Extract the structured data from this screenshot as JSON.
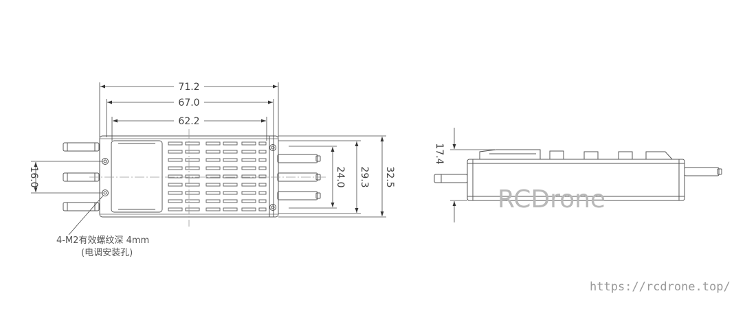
{
  "top_view": {
    "dim_width_overall": "71.2",
    "dim_width_mid": "67.0",
    "dim_width_inner": "62.2",
    "dim_height_holes": "16.0",
    "dim_height_inner": "24.0",
    "dim_height_mid": "29.3",
    "dim_height_overall": "32.5",
    "hole_note_line1": "4-M2有效螺纹深 4mm",
    "hole_note_line2": "(电调安装孔)"
  },
  "side_view": {
    "dim_height": "17.4"
  },
  "watermark": "RCDrone",
  "source_url": "https://rcdrone.top/"
}
